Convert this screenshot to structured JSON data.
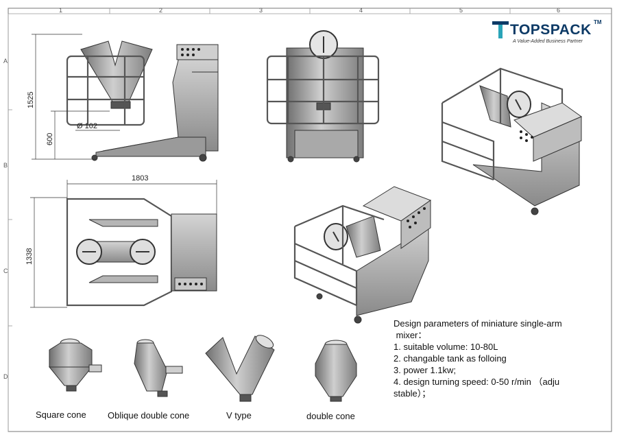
{
  "grid": {
    "columns": [
      "1",
      "2",
      "3",
      "4",
      "5",
      "6"
    ],
    "rows": [
      "A",
      "B",
      "C",
      "D"
    ]
  },
  "logo": {
    "brand": "TOPSPACK",
    "trademark": "TM",
    "tagline": "A Value-Added Business Partner",
    "colors": {
      "primary": "#0d3a66",
      "accent": "#2aa4b8"
    }
  },
  "dimensions": {
    "height_total": "1525",
    "height_outlet": "600",
    "outlet_diameter": "Ø 102",
    "length_total": "1803",
    "width_total": "1338"
  },
  "captions": {
    "square_cone": "Square cone",
    "oblique_double_cone": "Oblique double cone",
    "v_type": "V type",
    "double_cone": "double cone"
  },
  "parameters": {
    "lines": [
      "Design parameters of miniature single-arm",
      " mixer：",
      "1. suitable volume: 10-80L",
      "2. changable tank as folloing",
      "3. power 1.1kw;",
      "4. design turning speed: 0-50 r/min （adju",
      "stable）；"
    ]
  }
}
